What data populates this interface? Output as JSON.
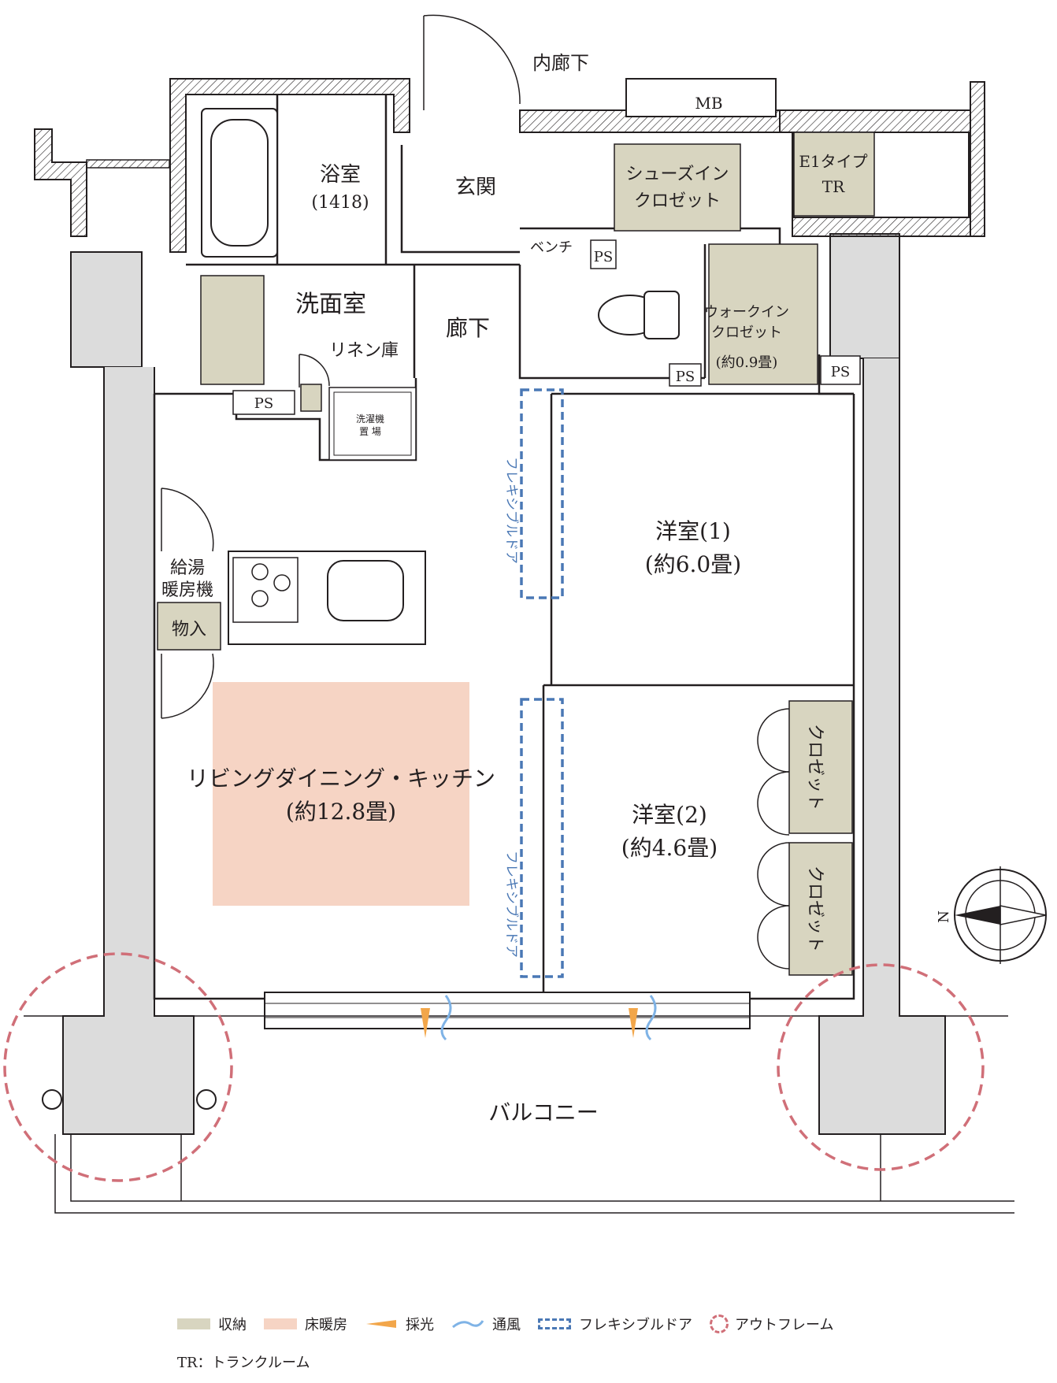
{
  "rooms": {
    "inner_corridor": "内廊下",
    "mb": "MB",
    "bath": "浴室",
    "bath_size": "(1418)",
    "entrance": "玄関",
    "shoe_closet_1": "シューズイン",
    "shoe_closet_2": "クロゼット",
    "e1_trunk_1": "E1タイプ",
    "e1_trunk_2": "TR",
    "bench": "ベンチ",
    "ps": "PS",
    "washroom": "洗面室",
    "hallway": "廊下",
    "walkin_1": "ウォークイン",
    "walkin_2": "クロゼット",
    "walkin_3": "(約0.9畳)",
    "linen": "リネン庫",
    "washer_1": "洗濯機",
    "washer_2": "置 場",
    "water_heater_1": "給湯",
    "water_heater_2": "暖房機",
    "storage": "物入",
    "western1": "洋室(1)",
    "western1_size": "(約6.0畳)",
    "western2": "洋室(2)",
    "western2_size": "(約4.6畳)",
    "ldk": "リビングダイニング・キッチン",
    "ldk_size": "(約12.8畳)",
    "closet_a": "クロゼット",
    "closet_b": "クロゼット",
    "flexible_door_a": "フレキシブルドア",
    "flexible_door_b": "フレキシブルドア",
    "balcony": "バルコニー",
    "north": "N"
  },
  "legend": {
    "storage": "収納",
    "floor_heating": "床暖房",
    "daylight": "採光",
    "ventilation": "通風",
    "flexible_door": "フレキシブルドア",
    "outframe": "アウトフレーム"
  },
  "note": "TR：トランクルーム",
  "colors": {
    "storage": "#d8d5c0",
    "floor_heating": "#f6d4c4",
    "flexible_door": "#4a78b5",
    "outframe": "#d06f78",
    "wall": "#231f20",
    "column": "#dcdcdc"
  },
  "icons": [
    "north-compass-icon",
    "daylight-arrow-icon",
    "ventilation-wave-icon"
  ]
}
